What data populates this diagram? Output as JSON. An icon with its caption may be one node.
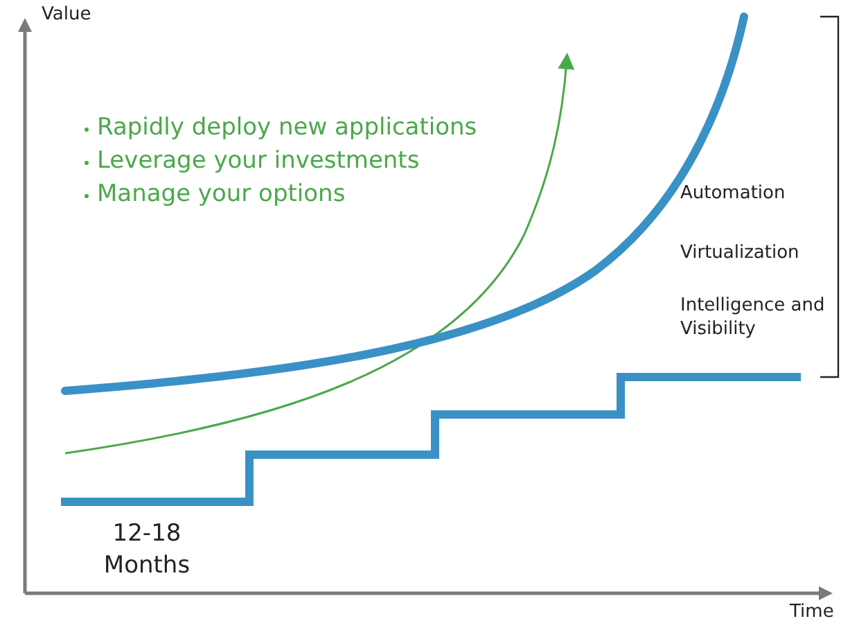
{
  "diagram": {
    "labels": [
      "Value",
      "Rapidly deploy new applications",
      "Leverage your investments",
      "Manage your options",
      "Automation",
      "Virtualization",
      "Intelligence and Visibility",
      "12-18 Months",
      "Time"
    ]
  }
}
